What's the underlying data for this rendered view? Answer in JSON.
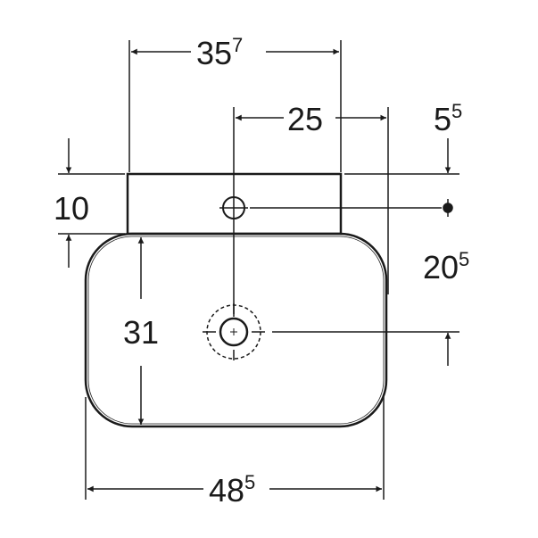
{
  "dimensions": {
    "overall_width": {
      "main": "48",
      "sup": "5"
    },
    "tap_block_width": {
      "main": "35",
      "sup": "7"
    },
    "tap_to_edge": {
      "main": "25",
      "sup": ""
    },
    "top_offset": {
      "main": "5",
      "sup": "5"
    },
    "tap_block_depth": {
      "main": "10",
      "sup": ""
    },
    "drain_to_top": {
      "main": "20",
      "sup": "5"
    },
    "basin_depth": {
      "main": "31",
      "sup": ""
    }
  },
  "colors": {
    "line": "#1a1a1a",
    "background": "#ffffff"
  }
}
